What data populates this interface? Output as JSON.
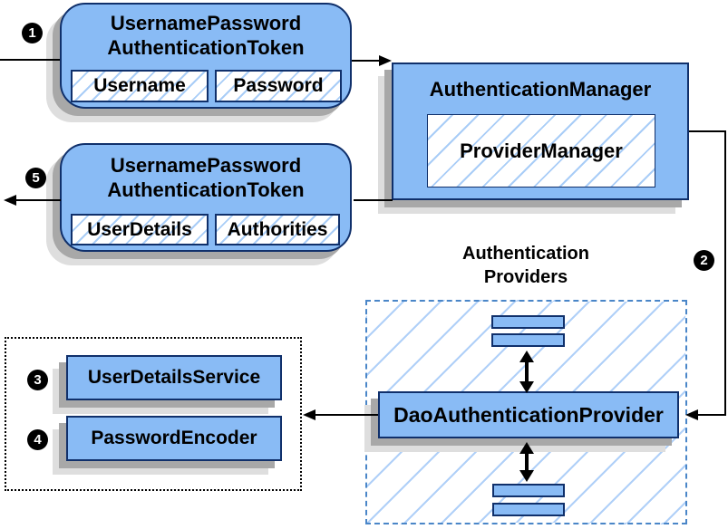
{
  "token_request": {
    "title_line1": "UsernamePassword",
    "title_line2": "AuthenticationToken",
    "fields": [
      "Username",
      "Password"
    ]
  },
  "auth_manager": {
    "title": "AuthenticationManager",
    "inner": "ProviderManager"
  },
  "token_response": {
    "title_line1": "UsernamePassword",
    "title_line2": "AuthenticationToken",
    "fields": [
      "UserDetails",
      "Authorities"
    ]
  },
  "providers": {
    "title_line1": "Authentication",
    "title_line2": "Providers",
    "main_provider": "DaoAuthenticationProvider"
  },
  "services": {
    "items": [
      "UserDetailsService",
      "PasswordEncoder"
    ]
  },
  "steps": [
    "1",
    "2",
    "3",
    "4",
    "5"
  ],
  "colors": {
    "box_fill": "#89bbf5",
    "box_border": "#10306b",
    "hatch_line": "#a9cdf7",
    "dashed_border": "#4a86c8",
    "shadow_dark": "#a8a8a8",
    "shadow_light": "#dedede",
    "arrow": "#000000"
  }
}
